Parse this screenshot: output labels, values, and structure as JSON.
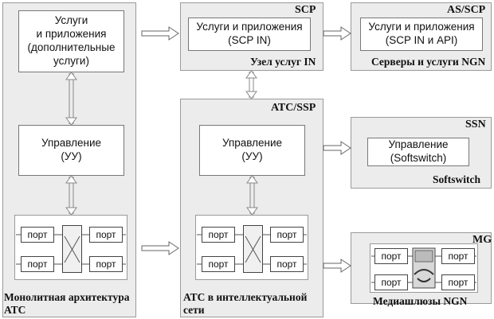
{
  "monolithic": {
    "services_box": "Услуги\nи приложения\n(дополнительные\nуслуги)",
    "control_box": "Управление\n(УУ)",
    "port_label": "порт",
    "caption": "Монолитная архитектура\nАТС"
  },
  "scp": {
    "title": "SCP",
    "services_box": "Услуги и приложения\n(SCP IN)",
    "caption": "Узел услуг IN"
  },
  "as_scp": {
    "title": "AS/SCP",
    "services_box": "Услуги и приложения\n(SCP IN и API)",
    "caption": "Серверы и услуги NGN"
  },
  "ats_ssp": {
    "title": "АТС/SSP",
    "control_box": "Управление\n(УУ)",
    "port_label": "порт",
    "caption": "АТС в интеллектуальной\nсети"
  },
  "ssn": {
    "title": "SSN",
    "control_box": "Управление\n(Softswitch)",
    "caption": "Softswitch"
  },
  "mg": {
    "title": "MG",
    "port_label": "порт",
    "caption": "Медиашлюзы NGN"
  }
}
